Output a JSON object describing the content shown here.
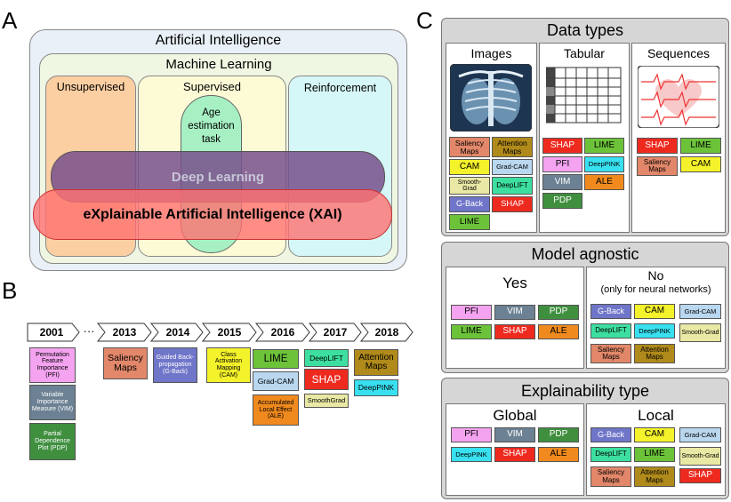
{
  "colors": {
    "pink": "#f4a3f0",
    "slate": "#6c8193",
    "green": "#3f8f3f",
    "lime": "#6cc33a",
    "red": "#ee2a1f",
    "orange": "#f08a1e",
    "blue": "#6f75c8",
    "yellow": "#f4f22a",
    "ltblue": "#b9d7ef",
    "teal": "#3ddfa0",
    "cyan": "#38e0f0",
    "khaki": "#e9e8a4",
    "salmon": "#e2876a",
    "brown": "#b08a1a"
  },
  "panel_a": {
    "letter": "A",
    "ai_label": "Artificial Intelligence",
    "ml_label": "Machine Learning",
    "unsupervised": "Unsupervised",
    "supervised": "Supervised",
    "reinforcement": "Reinforcement",
    "age_task": "Age estimation task",
    "deep_learning": "Deep Learning",
    "xai": "eXplainable Artificial Intelligence (XAI)"
  },
  "panel_b": {
    "letter": "B",
    "ellipsis": "···",
    "years": [
      "2001",
      "2013",
      "2014",
      "2015",
      "2016",
      "2017",
      "2018"
    ],
    "items": {
      "pfi": "Permutation Feature Importance (PFI)",
      "vim": "Variable Importance Measure (VIM)",
      "pdp": "Partial Dependence Plot (PDP)",
      "saliency": "Saliency Maps",
      "gback": "Guided Back-propagation (G-Back)",
      "cam": "Class Activation Mapping (CAM)",
      "lime": "LIME",
      "gradcam": "Grad-CAM",
      "ale": "Accumulated Local Effect (ALE)",
      "deeplift": "DeepLIFT",
      "shap": "SHAP",
      "smoothgrad": "SmoothGrad",
      "attention": "Attention Maps",
      "deeppink": "DeepPINK"
    }
  },
  "panel_c": {
    "letter": "C",
    "data_types": {
      "title": "Data types",
      "images": "Images",
      "tabular": "Tabular",
      "sequences": "Sequences"
    },
    "model_agnostic": {
      "title": "Model agnostic",
      "yes": "Yes",
      "no": "No",
      "no_sub": "(only for neural networks)"
    },
    "explainability": {
      "title": "Explainability type",
      "global": "Global",
      "local": "Local"
    },
    "labels": {
      "saliency": "Saliency Maps",
      "attention": "Attention Maps",
      "cam": "CAM",
      "gradcam": "Grad-CAM",
      "smoothgrad": "Smooth-Grad",
      "deeplift": "DeepLIFT",
      "gback": "G-Back",
      "shap": "SHAP",
      "lime": "LIME",
      "pfi": "PFI",
      "deeppink": "DeepPINK",
      "vim": "VIM",
      "ale": "ALE",
      "pdp": "PDP"
    }
  }
}
